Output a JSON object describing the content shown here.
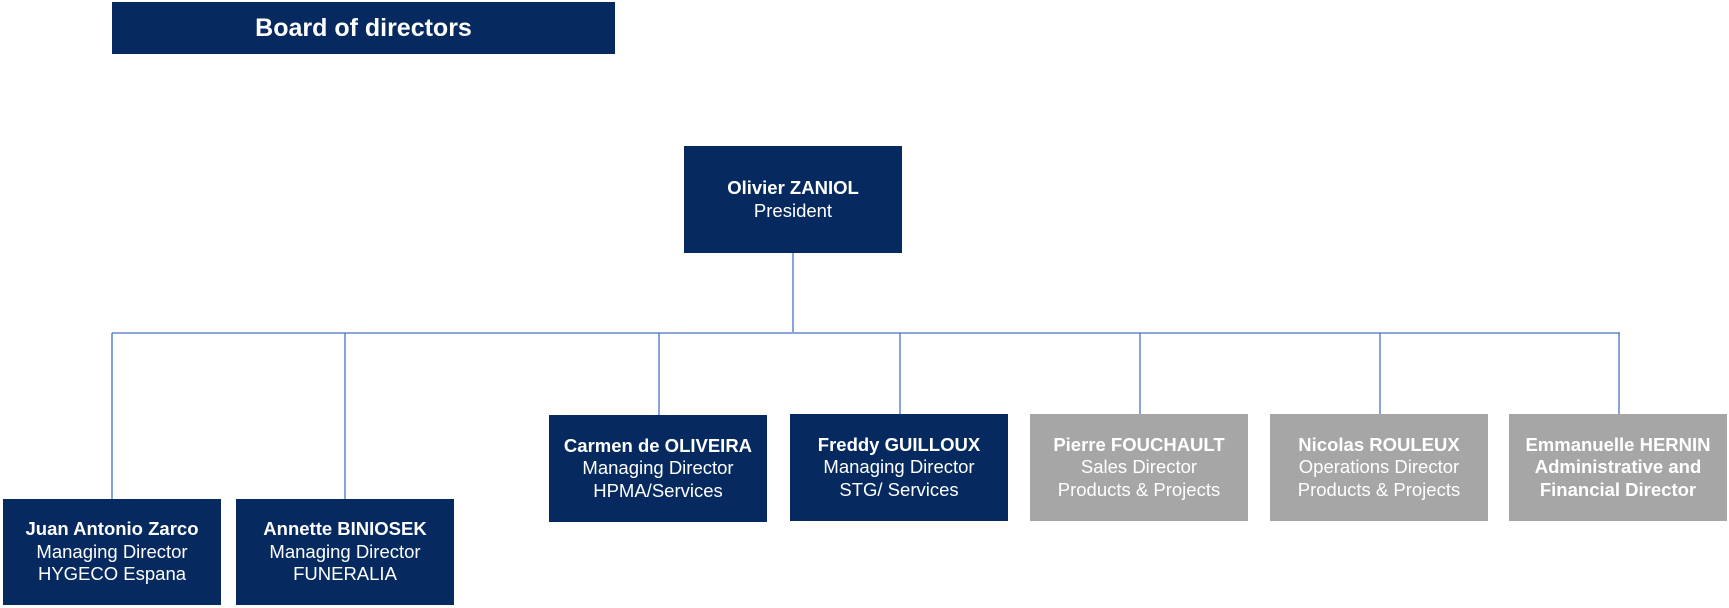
{
  "title": "Board of directors",
  "colors": {
    "navy": "#062a60",
    "grey": "#a6a6a6",
    "connector": "#4472c4"
  },
  "president": {
    "name": "Olivier ZANIOL",
    "role": "President"
  },
  "directors": [
    {
      "name": "Juan Antonio Zarco",
      "lines": [
        "Managing Director",
        "HYGECO Espana"
      ]
    },
    {
      "name": "Annette BINIOSEK",
      "lines": [
        "Managing Director",
        "FUNERALIA"
      ]
    },
    {
      "name": "Carmen de OLIVEIRA",
      "lines": [
        "Managing Director",
        "HPMA/Services"
      ]
    },
    {
      "name": "Freddy GUILLOUX",
      "lines": [
        "Managing Director",
        "STG/ Services"
      ]
    },
    {
      "name": "Pierre FOUCHAULT",
      "lines": [
        "Sales Director",
        "Products & Projects"
      ]
    },
    {
      "name": "Nicolas ROULEUX",
      "lines": [
        "Operations Director",
        "Products & Projects"
      ]
    },
    {
      "name": "Emmanuelle HERNIN",
      "lines": [
        "Administrative and",
        "Financial Director"
      ]
    }
  ]
}
